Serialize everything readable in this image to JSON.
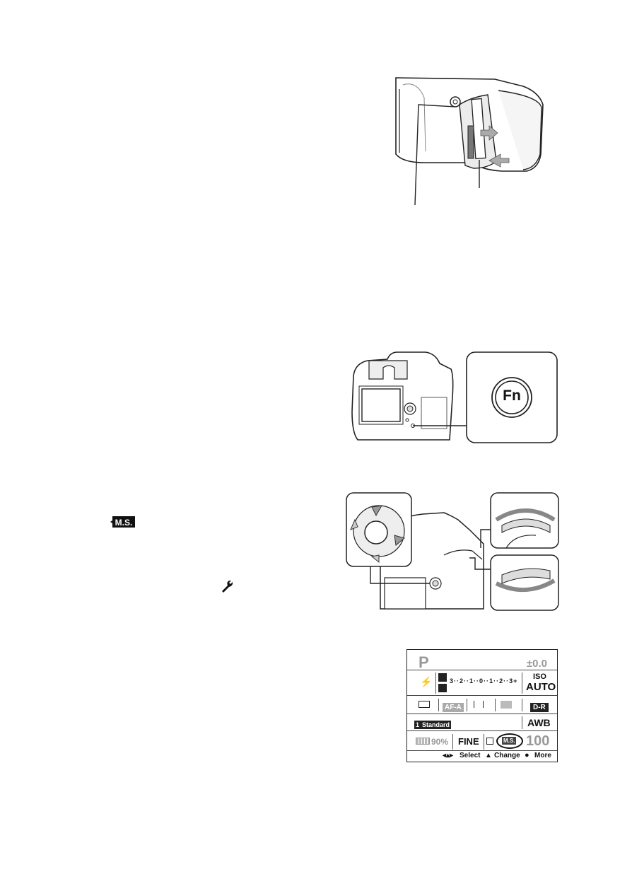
{
  "figures": {
    "slot": {
      "icon": "memory-card-slot-illustration"
    },
    "fn": {
      "button_label": "Fn"
    },
    "dials": {
      "icon": "controller-and-dials-illustration"
    }
  },
  "inline_icons": {
    "ms_badge": "M.S.",
    "wrench": "setup-wrench-icon"
  },
  "lcd": {
    "mode": "P",
    "exposure_comp": "±0.0",
    "scale": [
      "3",
      "2",
      "1",
      "0",
      "1",
      "2",
      "3"
    ],
    "scale_plus": "+",
    "iso_label": "ISO",
    "iso_value": "AUTO",
    "af_mode": "AF-A",
    "dr": "D-R",
    "creative_style_num": "1",
    "creative_style": "Standard",
    "wb": "AWB",
    "battery": "90%",
    "quality": "FINE",
    "media": "M.S.",
    "remaining": "100",
    "footer": {
      "select": "Select",
      "change": "Change",
      "more": "More"
    }
  }
}
